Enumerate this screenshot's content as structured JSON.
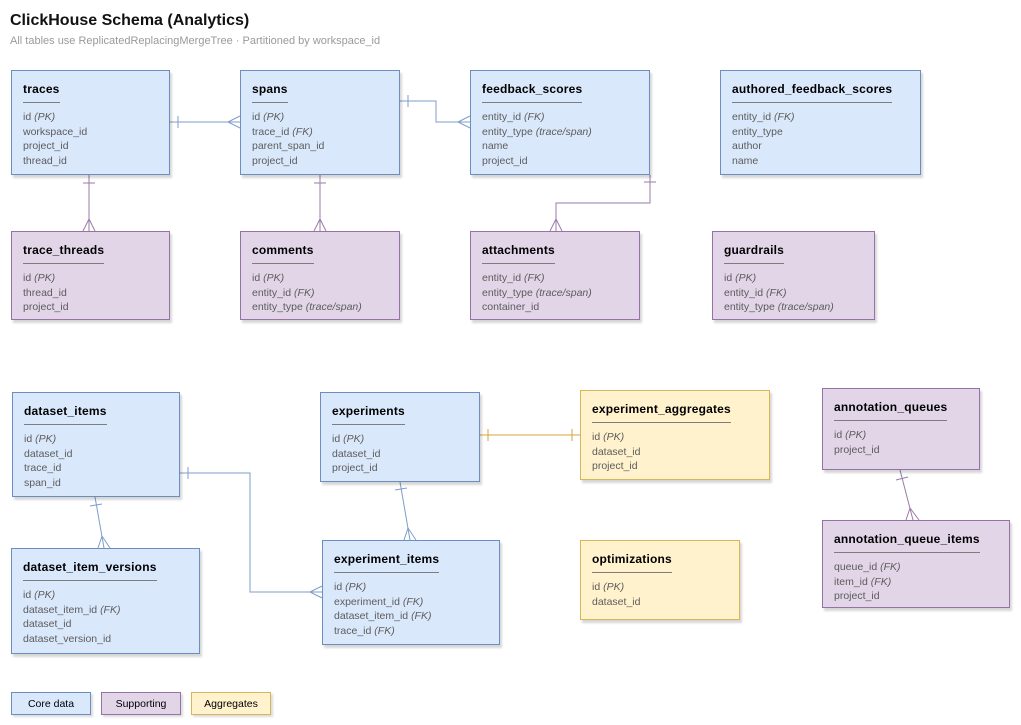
{
  "header": {
    "title": "ClickHouse Schema (Analytics)",
    "subtitle": "All tables use ReplicatedReplacingMergeTree · Partitioned by workspace_id"
  },
  "colors": {
    "core_fill": "#dae8fc",
    "core_border": "#6c8ebf",
    "supporting_fill": "#e1d5e7",
    "supporting_border": "#9673a6",
    "aggregates_fill": "#fff2cc",
    "aggregates_border": "#d6b656",
    "wire_blue": "#7f9dc9",
    "wire_purple": "#9a7bab",
    "wire_gold": "#d6a53c"
  },
  "tables": [
    {
      "id": "traces",
      "title": "traces",
      "category": "core",
      "fields": [
        {
          "name": "id",
          "note": "PK"
        },
        {
          "name": "workspace_id"
        },
        {
          "name": "project_id"
        },
        {
          "name": "thread_id"
        }
      ]
    },
    {
      "id": "spans",
      "title": "spans",
      "category": "core",
      "fields": [
        {
          "name": "id",
          "note": "PK"
        },
        {
          "name": "trace_id",
          "note": "FK"
        },
        {
          "name": "parent_span_id"
        },
        {
          "name": "project_id"
        }
      ]
    },
    {
      "id": "feedback_scores",
      "title": "feedback_scores",
      "category": "core",
      "fields": [
        {
          "name": "entity_id",
          "note": "FK"
        },
        {
          "name": "entity_type",
          "note": "trace/span"
        },
        {
          "name": "name"
        },
        {
          "name": "project_id"
        }
      ]
    },
    {
      "id": "authored_feedback_scores",
      "title": "authored_feedback_scores",
      "category": "core",
      "fields": [
        {
          "name": "entity_id",
          "note": "FK"
        },
        {
          "name": "entity_type"
        },
        {
          "name": "author"
        },
        {
          "name": "name"
        }
      ]
    },
    {
      "id": "trace_threads",
      "title": "trace_threads",
      "category": "supporting",
      "fields": [
        {
          "name": "id",
          "note": "PK"
        },
        {
          "name": "thread_id"
        },
        {
          "name": "project_id"
        }
      ]
    },
    {
      "id": "comments",
      "title": "comments",
      "category": "supporting",
      "fields": [
        {
          "name": "id",
          "note": "PK"
        },
        {
          "name": "entity_id",
          "note": "FK"
        },
        {
          "name": "entity_type",
          "note": "trace/span"
        }
      ]
    },
    {
      "id": "attachments",
      "title": "attachments",
      "category": "supporting",
      "fields": [
        {
          "name": "entity_id",
          "note": "FK"
        },
        {
          "name": "entity_type",
          "note": "trace/span"
        },
        {
          "name": "container_id"
        }
      ]
    },
    {
      "id": "guardrails",
      "title": "guardrails",
      "category": "supporting",
      "fields": [
        {
          "name": "id",
          "note": "PK"
        },
        {
          "name": "entity_id",
          "note": "FK"
        },
        {
          "name": "entity_type",
          "note": "trace/span"
        }
      ]
    },
    {
      "id": "dataset_items",
      "title": "dataset_items",
      "category": "core",
      "fields": [
        {
          "name": "id",
          "note": "PK"
        },
        {
          "name": "dataset_id"
        },
        {
          "name": "trace_id"
        },
        {
          "name": "span_id"
        }
      ]
    },
    {
      "id": "experiments",
      "title": "experiments",
      "category": "core",
      "fields": [
        {
          "name": "id",
          "note": "PK"
        },
        {
          "name": "dataset_id"
        },
        {
          "name": "project_id"
        }
      ]
    },
    {
      "id": "experiment_aggregates",
      "title": "experiment_aggregates",
      "category": "aggregates",
      "fields": [
        {
          "name": "id",
          "note": "PK"
        },
        {
          "name": "dataset_id"
        },
        {
          "name": "project_id"
        }
      ]
    },
    {
      "id": "annotation_queues",
      "title": "annotation_queues",
      "category": "supporting",
      "fields": [
        {
          "name": "id",
          "note": "PK"
        },
        {
          "name": "project_id"
        }
      ]
    },
    {
      "id": "dataset_item_versions",
      "title": "dataset_item_versions",
      "category": "core",
      "fields": [
        {
          "name": "id",
          "note": "PK"
        },
        {
          "name": "dataset_item_id",
          "note": "FK"
        },
        {
          "name": "dataset_id"
        },
        {
          "name": "dataset_version_id"
        }
      ]
    },
    {
      "id": "experiment_items",
      "title": "experiment_items",
      "category": "core",
      "fields": [
        {
          "name": "id",
          "note": "PK"
        },
        {
          "name": "experiment_id",
          "note": "FK"
        },
        {
          "name": "dataset_item_id",
          "note": "FK"
        },
        {
          "name": "trace_id",
          "note": "FK"
        }
      ]
    },
    {
      "id": "optimizations",
      "title": "optimizations",
      "category": "aggregates",
      "fields": [
        {
          "name": "id",
          "note": "PK"
        },
        {
          "name": "dataset_id"
        }
      ]
    },
    {
      "id": "annotation_queue_items",
      "title": "annotation_queue_items",
      "category": "supporting",
      "fields": [
        {
          "name": "queue_id",
          "note": "FK"
        },
        {
          "name": "item_id",
          "note": "FK"
        },
        {
          "name": "project_id"
        }
      ]
    }
  ],
  "relationships": [
    {
      "from": "traces",
      "to": "spans",
      "cardinality": "one-to-many"
    },
    {
      "from": "spans",
      "to": "feedback_scores",
      "cardinality": "one-to-many"
    },
    {
      "from": "traces",
      "to": "trace_threads",
      "cardinality": "one-to-many"
    },
    {
      "from": "spans",
      "to": "comments",
      "cardinality": "one-to-many"
    },
    {
      "from": "feedback_scores",
      "to": "attachments",
      "cardinality": "one-to-many"
    },
    {
      "from": "dataset_items",
      "to": "experiment_items",
      "cardinality": "one-to-many"
    },
    {
      "from": "dataset_items",
      "to": "dataset_item_versions",
      "cardinality": "one-to-many"
    },
    {
      "from": "experiments",
      "to": "experiment_aggregates",
      "cardinality": "one-to-one"
    },
    {
      "from": "experiments",
      "to": "experiment_items",
      "cardinality": "one-to-many"
    },
    {
      "from": "annotation_queues",
      "to": "annotation_queue_items",
      "cardinality": "one-to-many"
    }
  ],
  "legend": [
    {
      "label": "Core data",
      "category": "core"
    },
    {
      "label": "Supporting",
      "category": "supporting"
    },
    {
      "label": "Aggregates",
      "category": "aggregates"
    }
  ]
}
